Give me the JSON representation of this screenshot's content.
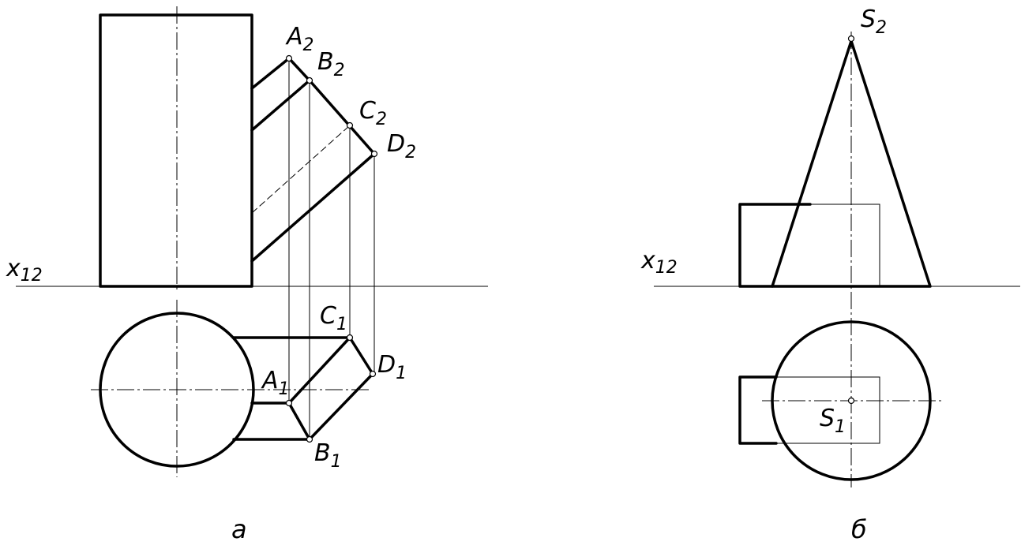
{
  "panel_a": {
    "axis_label": {
      "base": "x",
      "sub": "12"
    },
    "points": {
      "A2": {
        "base": "A",
        "sub": "2"
      },
      "B2": {
        "base": "B",
        "sub": "2"
      },
      "C2": {
        "base": "C",
        "sub": "2"
      },
      "D2": {
        "base": "D",
        "sub": "2"
      },
      "A1": {
        "base": "A",
        "sub": "1"
      },
      "B1": {
        "base": "B",
        "sub": "1"
      },
      "C1": {
        "base": "C",
        "sub": "1"
      },
      "D1": {
        "base": "D",
        "sub": "1"
      }
    },
    "caption": "а"
  },
  "panel_b": {
    "axis_label": {
      "base": "x",
      "sub": "12"
    },
    "points": {
      "S2": {
        "base": "S",
        "sub": "2"
      },
      "S1": {
        "base": "S",
        "sub": "1"
      }
    },
    "caption": "б"
  }
}
